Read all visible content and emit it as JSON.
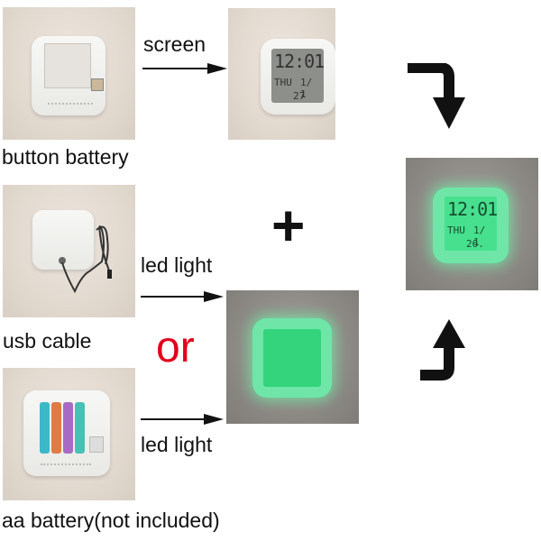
{
  "labels": {
    "screen": "screen",
    "button_battery": "button battery",
    "usb_cable": "usb cable",
    "led_light_top": "led light",
    "led_light_bottom": "led light",
    "aa_battery": "aa battery(not included)",
    "or": "or",
    "plus": "+"
  },
  "photos": {
    "button_battery": "clock back with button battery compartment",
    "screen": "clock with LCD screen",
    "usb_cable": "clock with usb cable",
    "led_light": "green glowing clock",
    "aa_battery": "clock back with aa batteries",
    "result": "glowing clock with LCD screen"
  },
  "lcd": {
    "time": "12:01",
    "day": "THU",
    "date": "1/ 1",
    "temp_screen": "27",
    "temp_result": "26."
  },
  "colors": {
    "or_text": "#e3001b",
    "glow": "#47e08e"
  }
}
